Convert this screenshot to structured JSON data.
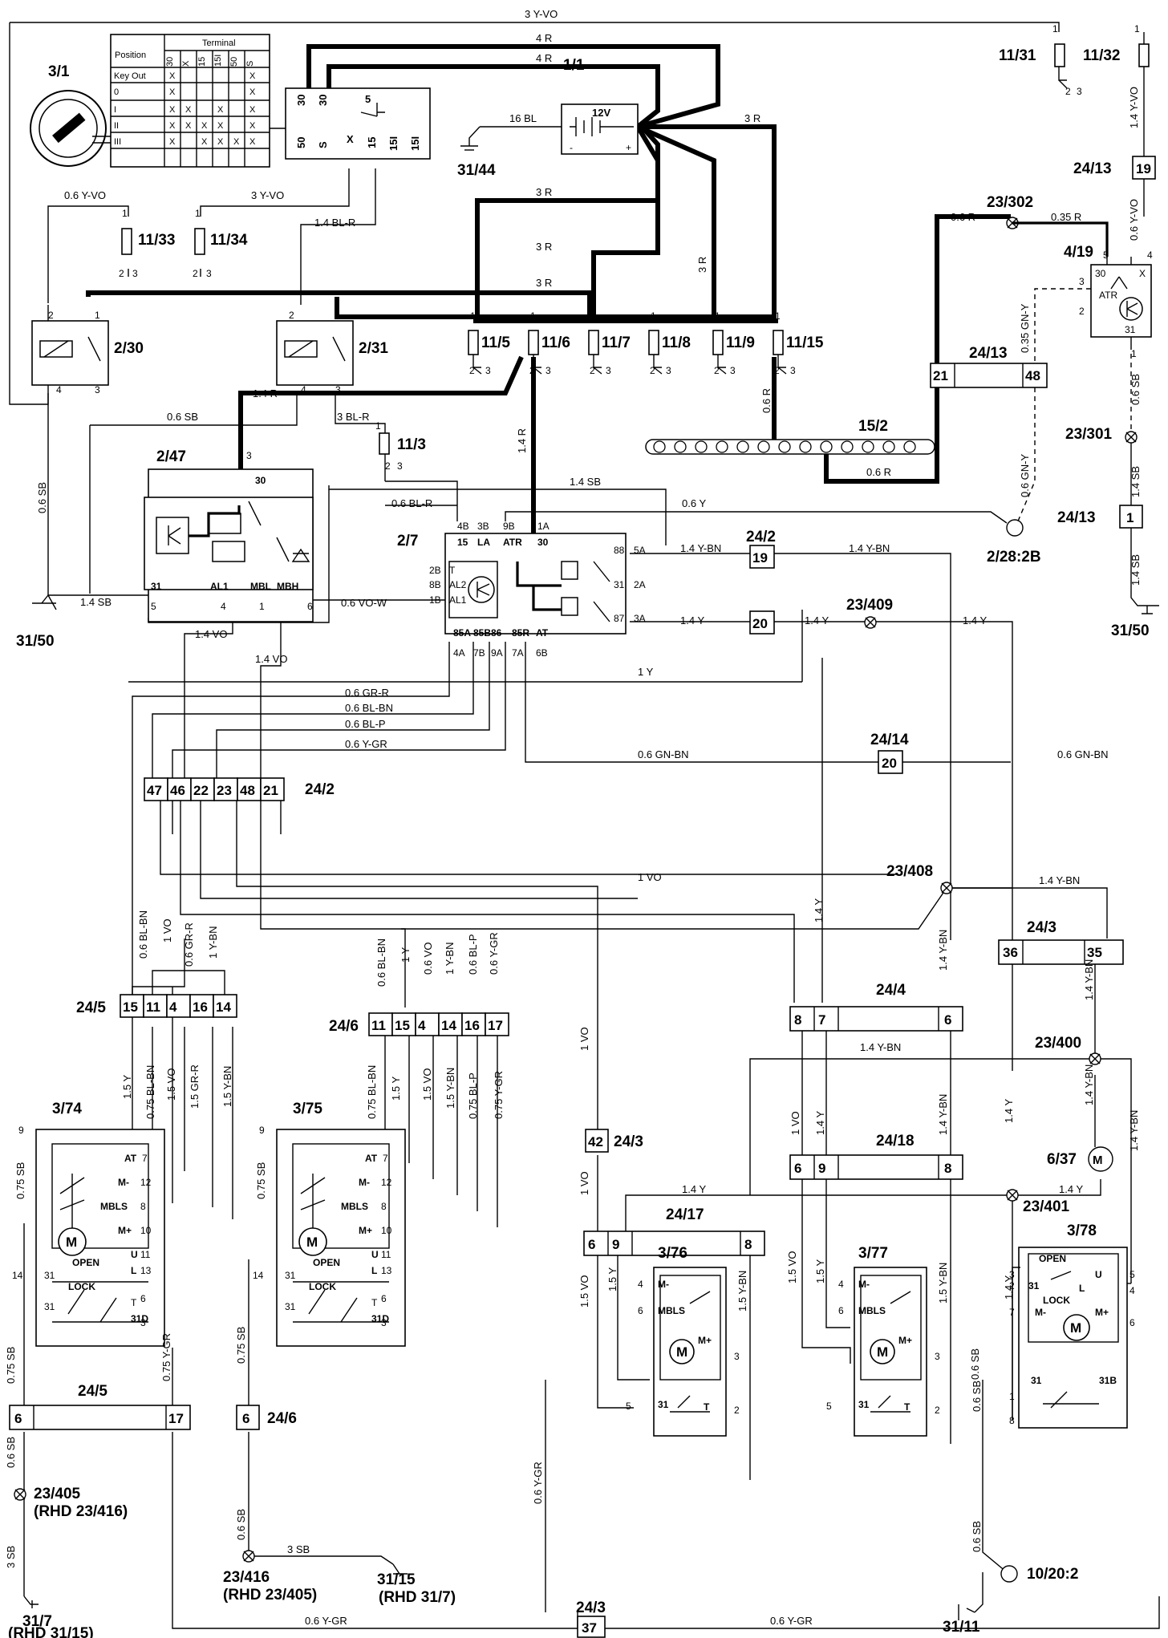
{
  "components": {
    "ignition_switch": "3/1",
    "battery": "1/1",
    "battery_voltage": "12V",
    "ground_battery": "31/44",
    "fuse_11_31": "11/31",
    "fuse_11_32": "11/32",
    "fuse_11_33": "11/33",
    "fuse_11_34": "11/34",
    "relay_2_30": "2/30",
    "relay_2_31": "2/31",
    "fuses_row": [
      "11/5",
      "11/6",
      "11/7",
      "11/8",
      "11/9",
      "11/15"
    ],
    "fuse_11_3": "11/3",
    "relay_2_47": "2/47",
    "module_2_7": "2/7",
    "bus_15_2": "15/2",
    "splice_23_302": "23/302",
    "alarm_4_19": "4/19",
    "connector_24_13_top": "24/13",
    "connector_24_13_mid": "24/13",
    "connector_24_13_low": "24/13",
    "splice_23_301": "23/301",
    "ground_31_50_left": "31/50",
    "ground_31_50_right": "31/50",
    "connector_24_2_a": "24/2",
    "splice_23_409": "23/409",
    "ref_2_28_2b": "2/28:2B",
    "connector_24_14": "24/14",
    "connector_24_2_b": "24/2",
    "splice_23_408": "23/408",
    "connector_24_3_a": "24/3",
    "connector_24_5_top": "24/5",
    "connector_24_6_top": "24/6",
    "connector_24_4": "24/4",
    "splice_23_400": "23/400",
    "motor_6_37": "6/37",
    "lock_3_74": "3/74",
    "lock_3_75": "3/75",
    "connector_24_3_b": "24/3",
    "connector_24_18": "24/18",
    "splice_23_401": "23/401",
    "connector_24_17": "24/17",
    "lock_3_76": "3/76",
    "lock_3_77": "3/77",
    "lock_3_78": "3/78",
    "connector_24_5_low": "24/5",
    "connector_24_6_low": "24/6",
    "splice_23_405": "23/405",
    "splice_23_405_rhd": "(RHD 23/416)",
    "splice_23_416": "23/416",
    "splice_23_416_rhd": "(RHD 23/405)",
    "ref_10_20_2": "10/20:2",
    "ground_31_7": "31/7",
    "ground_31_7_rhd": "(RHD 31/15)",
    "ground_31_15": "31/15",
    "ground_31_15_rhd": "(RHD 31/7)",
    "connector_24_3_c": "24/3",
    "ground_31_11": "31/11"
  },
  "switch_table": {
    "header_position": "Position",
    "header_terminal": "Terminal",
    "terminals": [
      "30",
      "X",
      "15",
      "15I",
      "50",
      "S"
    ],
    "rows": [
      {
        "position": "Key Out",
        "marks": [
          "X",
          "",
          "",
          "",
          "",
          "X"
        ]
      },
      {
        "position": "0",
        "marks": [
          "X",
          "",
          "",
          "",
          "",
          "X"
        ]
      },
      {
        "position": "I",
        "marks": [
          "X",
          "X",
          "",
          "X",
          "",
          "X"
        ]
      },
      {
        "position": "II",
        "marks": [
          "X",
          "X",
          "X",
          "X",
          "",
          "X"
        ]
      },
      {
        "position": "III",
        "marks": [
          "X",
          "",
          "X",
          "X",
          "X",
          "X"
        ]
      }
    ],
    "terminal_labels": [
      "30",
      "30",
      "5",
      "50",
      "S",
      "X",
      "15",
      "15I",
      "15I"
    ]
  },
  "wire_labels": {
    "w_3yvo_top": "3 Y-VO",
    "w_4r_a": "4 R",
    "w_4r_b": "4 R",
    "w_16bl": "16 BL",
    "w_3r_a": "3 R",
    "w_3r_b": "3 R",
    "w_3r_c": "3 R",
    "w_3r_d": "3 R",
    "w_3r_vert": "3 R",
    "w_06yvo": "0.6 Y-VO",
    "w_3yvo_mid": "3 Y-VO",
    "w_14blr": "1.4 BL-R",
    "w_14yvo": "1.4 Y-VO",
    "w_06yvo_r": "0.6 Y-VO",
    "w_06r_a": "0.6 R",
    "w_035r": "0.35 R",
    "w_035gny": "0.35 GN-Y",
    "w_06sb_r": "0.6 SB",
    "w_14sb_r": "1.4 SB",
    "w_14sb_r2": "1.4 SB",
    "w_06gny": "0.6 GN-Y",
    "w_06r_b": "0.6 R",
    "w_06r_c": "0.6 R",
    "w_14r_a": "1.4 R",
    "w_3blr": "3 BL-R",
    "w_06sb_t": "0.6 SB",
    "w_14r_v": "1.4 R",
    "w_06blr": "0.6 BL-R",
    "w_14sb_t": "1.4 SB",
    "w_06y_t": "0.6 Y",
    "w_06sb_l": "0.6 SB",
    "w_14sb_l": "1.4 SB",
    "w_06vow": "0.6 VO-W",
    "w_14vo_a": "1.4 VO",
    "w_14vo_b": "1.4 VO",
    "w_14ybn_a": "1.4 Y-BN",
    "w_14ybn_b": "1.4 Y-BN",
    "w_14y_a": "1.4 Y",
    "w_14y_b": "1.4 Y",
    "w_14y_c": "1.4 Y",
    "w_1y": "1 Y",
    "w_06grr": "0.6 GR-R",
    "w_06blbn": "0.6 BL-BN",
    "w_06blp": "0.6 BL-P",
    "w_06ygr": "0.6 Y-GR",
    "w_06gnbn_a": "0.6  GN-BN",
    "w_06gnbn_b": "0.6  GN-BN",
    "w_1vo": "1 VO",
    "w_14y_v": "1.4 Y",
    "w_14ybn_c": "1.4 Y-BN",
    "w_14ybn_v": "1.4 Y-BN",
    "w_14ybn_d": "1.4 Y-BN",
    "w_14ybn_e": "1.4 Y-BN",
    "w_14ybn_f": "1.4 Y-BN",
    "w_14y_d": "1.4 Y",
    "w_14y_e": "1.4 Y",
    "w_1vo_b": "1 VO",
    "w_14y_f": "1.4 Y",
    "w_14ybn_g": "1.4 Y-BN",
    "w_1vo_c": "1 VO",
    "w_1vo_d": "1 VO",
    "w_15vo_a": "1.5 VO",
    "w_15y_a": "1.5 Y",
    "w_15ybn_a": "1.5 Y-BN",
    "w_15vo_b": "1.5 VO",
    "w_15y_b": "1.5 Y",
    "w_15ybn_b": "1.5 Y-BN",
    "w_14y_g": "1.4 Y",
    "w_14y_h": "1.4 Y",
    "w_14ybn_h": "1.4 Y-BN",
    "w_06blbn_a": "0.6 BL-BN",
    "w_1vo_e": "1 VO",
    "w_06grr_v": "0.6 GR-R",
    "w_1ybn": "1 Y-BN",
    "w_06blbn_b": "0.6 BL-BN",
    "w_1y_b": "1 Y",
    "w_06vo": "0.6 VO",
    "w_1ybn_b": "1 Y-BN",
    "w_06blp_v": "0.6 BL-P",
    "w_06ygr_v": "0.6 Y-GR",
    "w_15y_c": "1.5 Y",
    "w_075blbn": "0.75 BL-BN",
    "w_15vo_c": "1.5 VO",
    "w_15grr": "1.5 GR-R",
    "w_15ybn_c": "1.5 Y-BN",
    "w_075blbn_b": "0.75 BL-BN",
    "w_15y_d": "1.5 Y",
    "w_15vo_d": "1.5 VO",
    "w_15ybn_d": "1.5 Y-BN",
    "w_075blp": "0.75 BL-P",
    "w_075ygr": "0.75 Y-GR",
    "w_075sb_a": "0.75 SB",
    "w_075sb_b": "0.75 SB",
    "w_075sb_c": "0.75 SB",
    "w_075ygr_b": "0.75 Y-GR",
    "w_075sb_d": "0.75 SB",
    "w_06sb_e": "0.6 SB",
    "w_3sb_a": "3 SB",
    "w_3sb_b": "3 SB",
    "w_06sb_f": "0.6 SB",
    "w_06sb_g": "0.6 SB",
    "w_06sb_h": "0.6 SB",
    "w_06ygr_a": "0.6 Y-GR",
    "w_06ygr_b": "0.6 Y-GR",
    "w_06ygr_c": "0.6 Y-GR",
    "w_06sb_i": "0.6 SB"
  },
  "pins": {
    "p_24_2_a": [
      "19",
      "20"
    ],
    "p_24_14": "20",
    "p_24_2_b": [
      "47",
      "46",
      "22",
      "23",
      "48",
      "21"
    ],
    "p_24_3_a": [
      "36",
      "35"
    ],
    "p_24_5_top": [
      "15",
      "11",
      "4",
      "16",
      "14"
    ],
    "p_24_6_top": [
      "11",
      "15",
      "4",
      "14",
      "16",
      "17"
    ],
    "p_24_4": [
      "8",
      "7",
      "6"
    ],
    "p_24_3_b": "42",
    "p_24_18": [
      "6",
      "9",
      "8"
    ],
    "p_24_17": [
      "6",
      "9",
      "8"
    ],
    "p_24_5_low": [
      "6",
      "17"
    ],
    "p_24_6_low": "6",
    "p_24_3_c": "37",
    "p_24_13_a": "19",
    "p_24_13_b": [
      "21",
      "48"
    ],
    "p_24_13_c": "1"
  },
  "module_pins": {
    "m_2_7_left": [
      "2B",
      "8B",
      "1B"
    ],
    "m_2_7_left_in": [
      "T",
      "AL2",
      "AL1"
    ],
    "m_2_7_top": [
      "4B",
      "3B",
      "9B",
      "1A"
    ],
    "m_2_7_top_in": [
      "15",
      "LA",
      "ATR",
      "30"
    ],
    "m_2_7_right": [
      "5A",
      "2A",
      "3A"
    ],
    "m_2_7_right_in": [
      "88",
      "31",
      "87"
    ],
    "m_2_7_bottom": [
      "4A",
      "7B",
      "9A",
      "7A",
      "6B"
    ],
    "m_2_7_bottom_in": [
      "85A",
      "85B",
      "86",
      "85R",
      "AT"
    ],
    "m_2_47_pins": [
      "30",
      "3",
      "31",
      "5",
      "AL1",
      "4",
      "MBL",
      "1",
      "MBH",
      "6"
    ],
    "m_4_19_pins": [
      "30",
      "ATR",
      "31",
      "5",
      "4",
      "3",
      "2",
      "1",
      "X"
    ],
    "lock_labels_74": [
      "9",
      "AT",
      "7",
      "M-",
      "12",
      "MBLS",
      "8",
      "M+",
      "10",
      "OPEN",
      "U",
      "11",
      "L",
      "13",
      "LOCK",
      "T",
      "6",
      "31D",
      "3",
      "14",
      "31",
      "31",
      "M"
    ],
    "lock_labels_75": [
      "9",
      "AT",
      "7",
      "M-",
      "12",
      "MBLS",
      "8",
      "M+",
      "10",
      "OPEN",
      "U",
      "11",
      "L",
      "13",
      "LOCK",
      "T",
      "6",
      "31D",
      "3",
      "14",
      "31",
      "31",
      "M"
    ],
    "lock_labels_76": [
      "4",
      "M-",
      "6",
      "MBLS",
      "M+",
      "3",
      "5",
      "31",
      "T",
      "2",
      "M"
    ],
    "lock_labels_78": [
      "OPEN",
      "3",
      "U",
      "5",
      "2",
      "31",
      "L",
      "4",
      "LOCK",
      "7",
      "M-",
      "M+",
      "6",
      "31",
      "31B",
      "1",
      "8",
      "M"
    ],
    "relay_pins": [
      "2",
      "1",
      "4",
      "3"
    ],
    "fuse_pins": [
      "1",
      "2",
      "3"
    ],
    "motor_pins": [
      "1",
      "2"
    ],
    "motor": "M"
  }
}
